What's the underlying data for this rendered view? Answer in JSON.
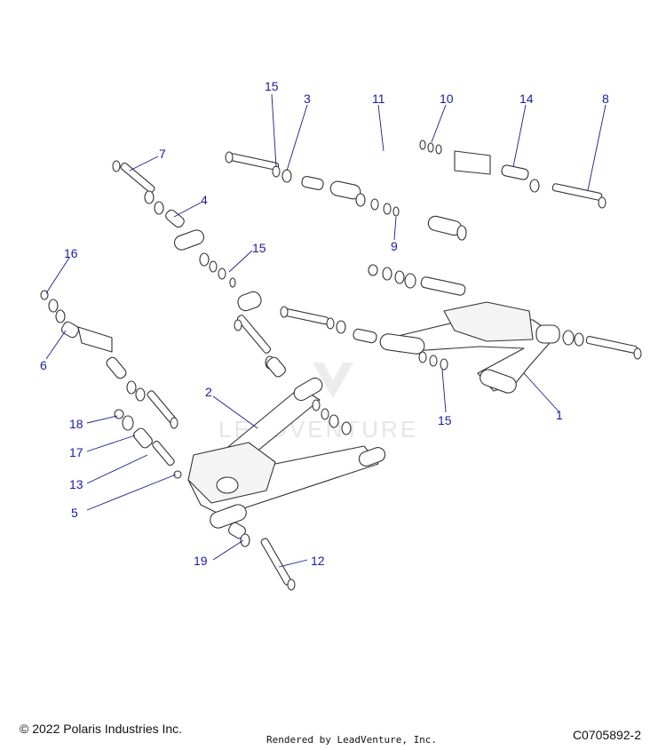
{
  "footer": {
    "copyright": "© 2022 Polaris Industries Inc.",
    "rendered_by": "Rendered by LeadVenture, Inc.",
    "drawing_id": "C0705892-2"
  },
  "watermark": {
    "text": "LEADVENTURE"
  },
  "callouts": {
    "c1": "1",
    "c2": "2",
    "c3": "3",
    "c4": "4",
    "c5": "5",
    "c6": "6",
    "c7": "7",
    "c8": "8",
    "c9": "9",
    "c10": "10",
    "c11": "11",
    "c12": "12",
    "c13": "13",
    "c14": "14",
    "c15a": "15",
    "c15b": "15",
    "c15c": "15",
    "c16": "16",
    "c17": "17",
    "c18": "18",
    "c19": "19"
  },
  "colors": {
    "callout": "#1a1aa6",
    "line": "#333333"
  }
}
